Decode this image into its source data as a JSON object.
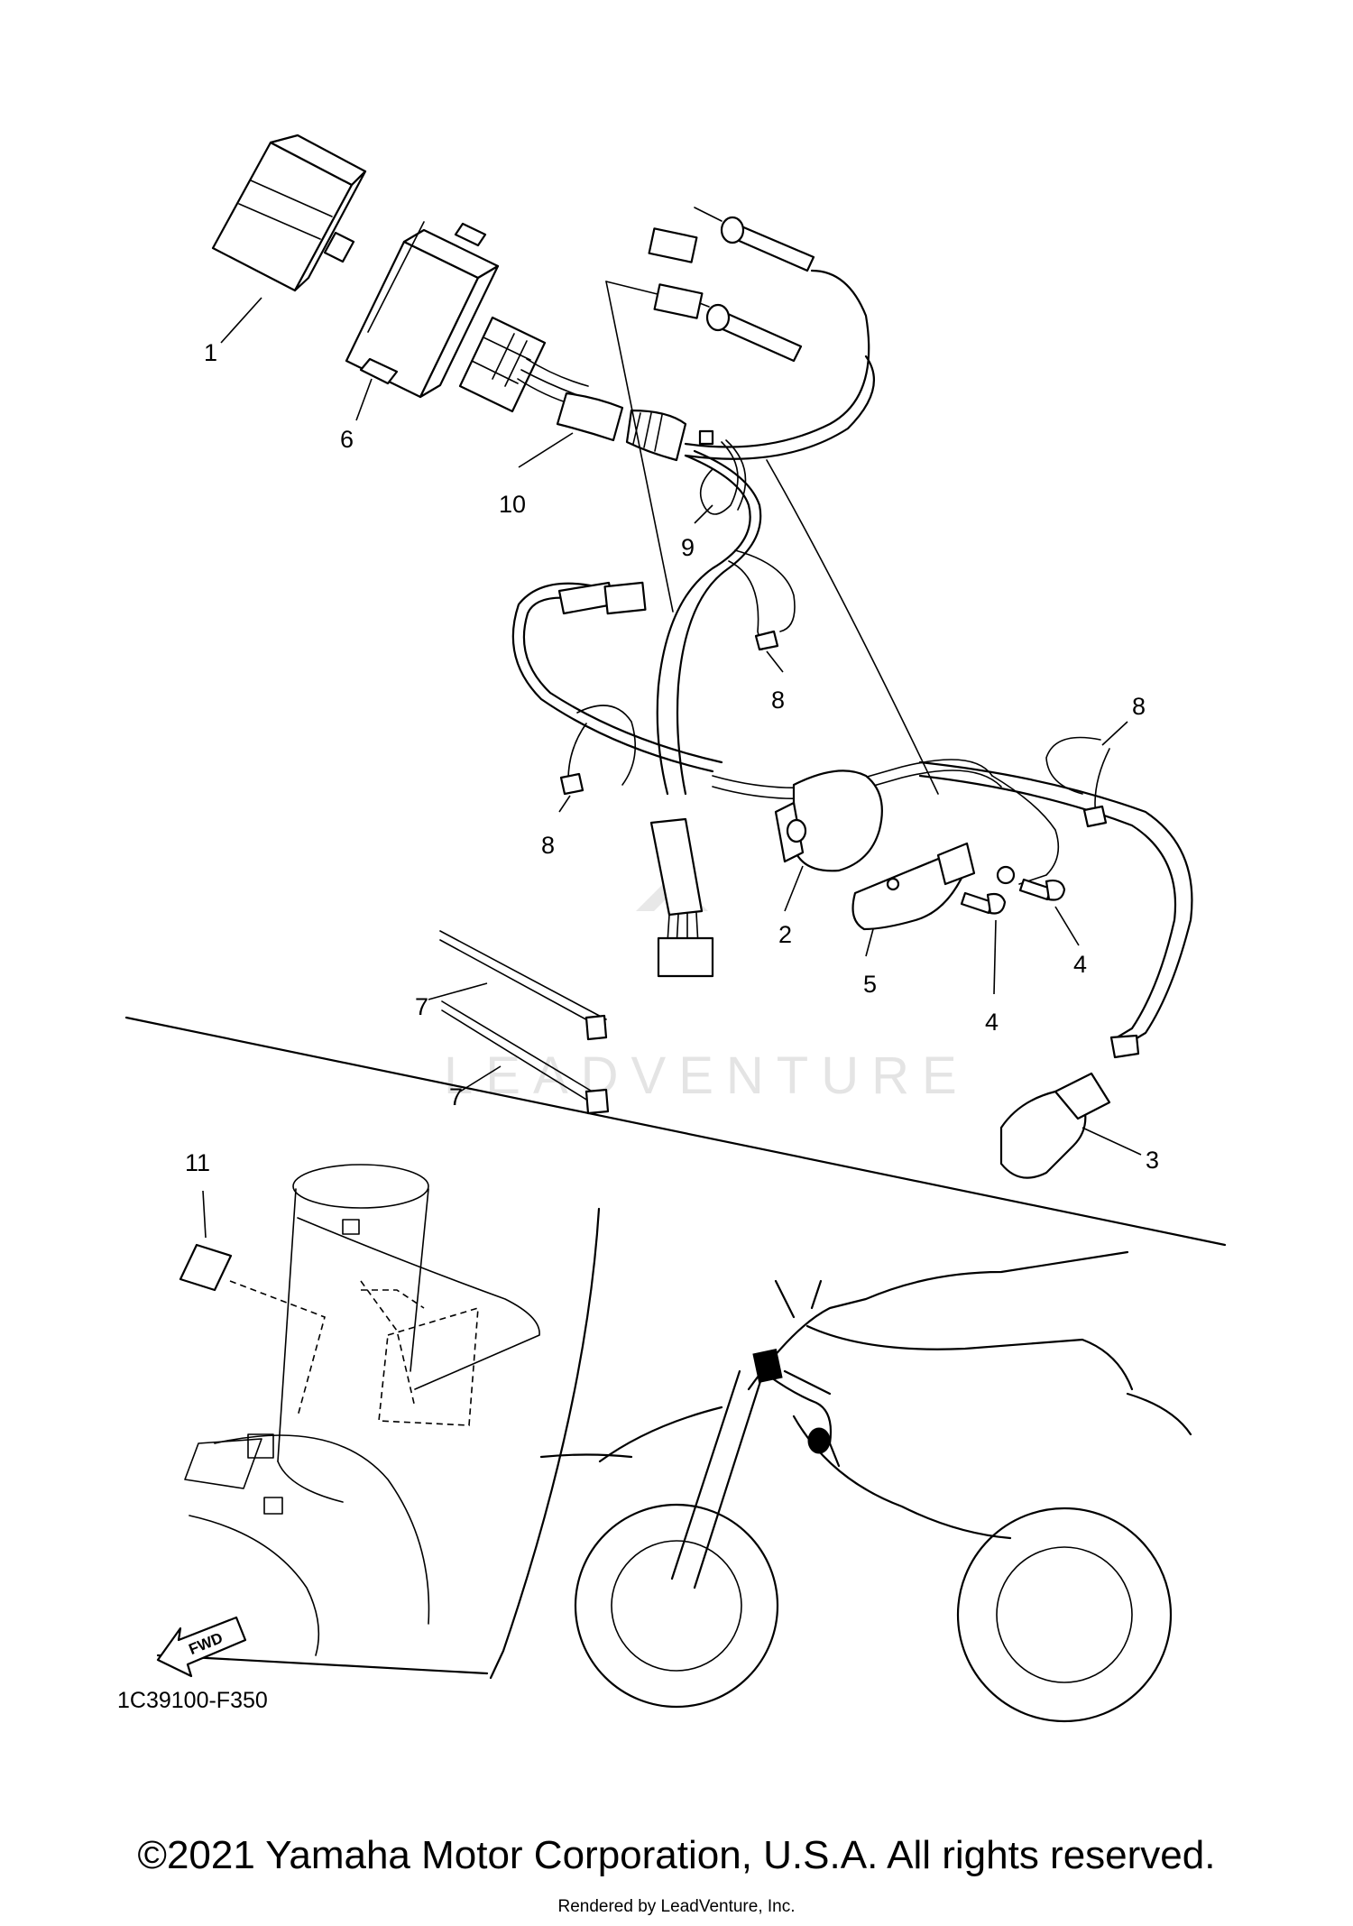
{
  "diagram": {
    "callouts": [
      {
        "id": "1",
        "text": "1"
      },
      {
        "id": "6",
        "text": "6"
      },
      {
        "id": "10",
        "text": "10"
      },
      {
        "id": "9",
        "text": "9"
      },
      {
        "id": "8a",
        "text": "8"
      },
      {
        "id": "8b",
        "text": "8"
      },
      {
        "id": "8c",
        "text": "8"
      },
      {
        "id": "2",
        "text": "2"
      },
      {
        "id": "5",
        "text": "5"
      },
      {
        "id": "4a",
        "text": "4"
      },
      {
        "id": "4b",
        "text": "4"
      },
      {
        "id": "3",
        "text": "3"
      },
      {
        "id": "7a",
        "text": "7"
      },
      {
        "id": "7b",
        "text": "7"
      },
      {
        "id": "11",
        "text": "11"
      }
    ],
    "fwd_label": "FWD",
    "drawing_code": "1C39100-F350",
    "watermark": "LEADVENTURE"
  },
  "footer": {
    "copyright": "©2021 Yamaha Motor Corporation, U.S.A. All rights reserved.",
    "rendered_by": "Rendered by LeadVenture, Inc."
  }
}
